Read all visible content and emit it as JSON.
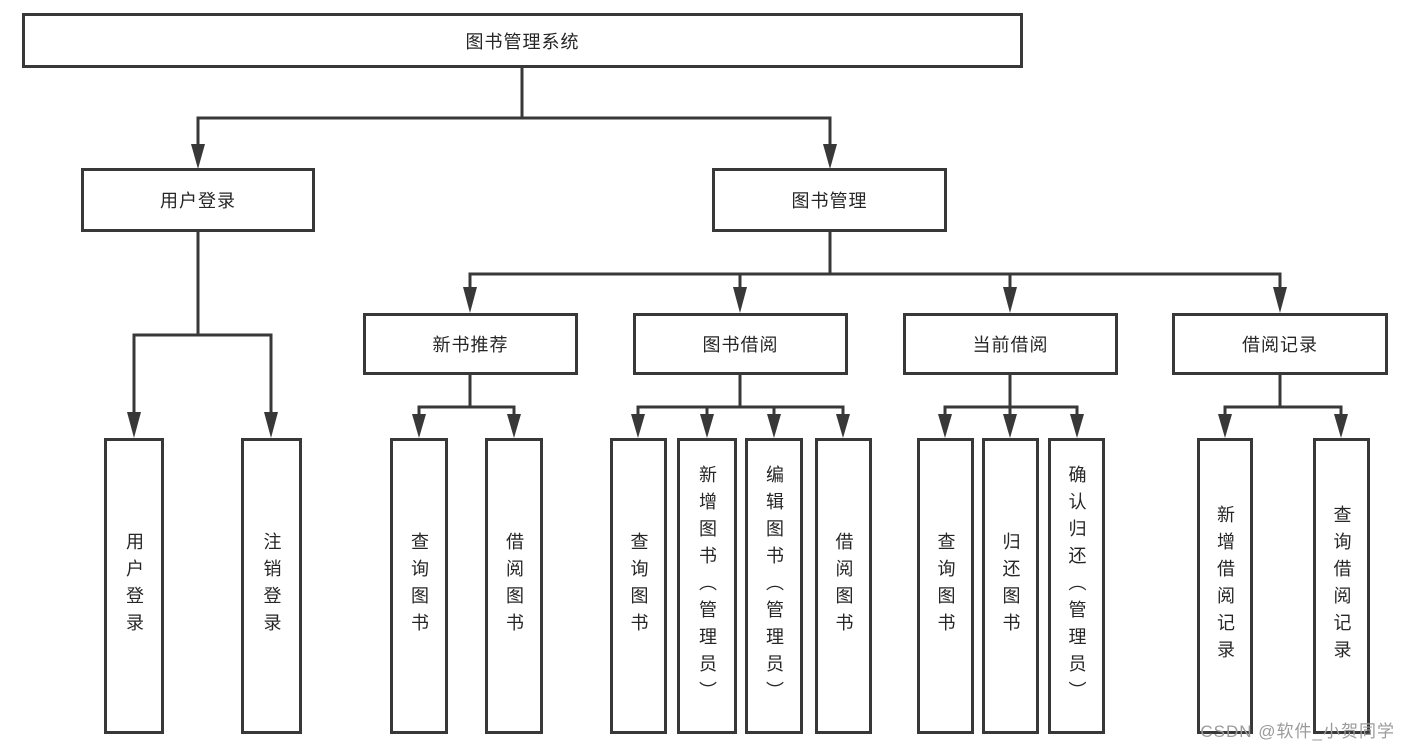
{
  "tree": {
    "root": "图书管理系统",
    "branches": [
      {
        "label": "用户登录",
        "children": [
          "用户登录",
          "注销登录"
        ]
      },
      {
        "label": "图书管理",
        "groups": [
          {
            "label": "新书推荐",
            "children": [
              "查询图书",
              "借阅图书"
            ]
          },
          {
            "label": "图书借阅",
            "children": [
              "查询图书",
              "新增图书（管理员）",
              "编辑图书（管理员）",
              "借阅图书"
            ]
          },
          {
            "label": "当前借阅",
            "children": [
              "查询图书",
              "归还图书",
              "确认归还（管理员）"
            ]
          },
          {
            "label": "借阅记录",
            "children": [
              "新增借阅记录",
              "查询借阅记录"
            ]
          }
        ]
      }
    ]
  },
  "watermark": "CSDN @软件_小贺同学",
  "colors": {
    "line": "#383838",
    "text": "#262626",
    "watermark": "#9b9b9b",
    "background": "#ffffff"
  }
}
